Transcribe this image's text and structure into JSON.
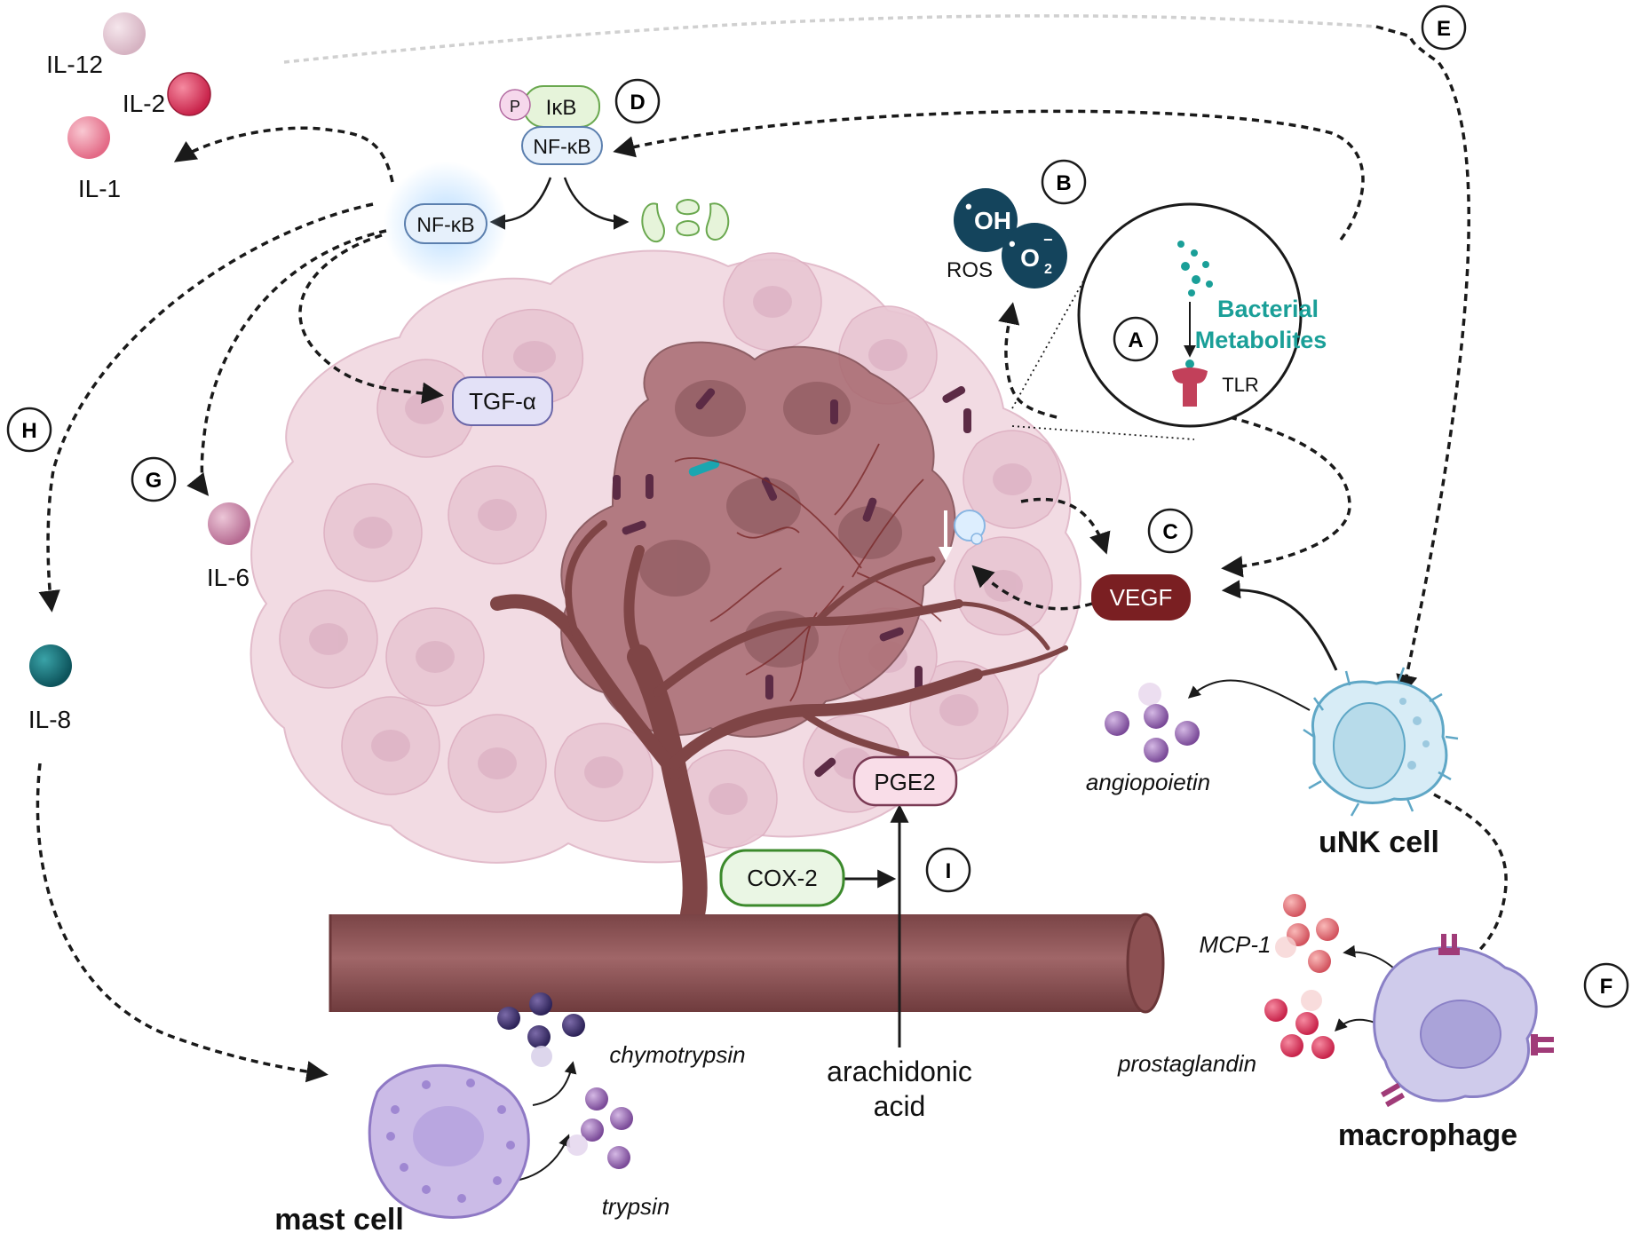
{
  "cytokines": {
    "il12": "IL-12",
    "il2": "IL-2",
    "il1": "IL-1",
    "il6": "IL-6",
    "il8": "IL-8"
  },
  "signaling": {
    "p_label": "P",
    "ikb": "IκB",
    "nfkb_complex": "NF-κB",
    "nfkb_free": "NF-κB",
    "tgf": "TGF-α"
  },
  "ros": {
    "oh": "OH",
    "o2": "O",
    "o2_sub": "2",
    "o2_sup": "−",
    "label": "ROS"
  },
  "bacteria_panel": {
    "title_line1": "Bacterial",
    "title_line2": "Metabolites",
    "receptor": "TLR"
  },
  "factors": {
    "vegf": "VEGF",
    "pge2": "PGE2",
    "cox2": "COX-2",
    "arachidonic_line1": "arachidonic",
    "arachidonic_line2": "acid",
    "angiopoietin": "angiopoietin",
    "chymotrypsin": "chymotrypsin",
    "trypsin": "trypsin",
    "mcp1": "MCP-1",
    "prostaglandin": "prostaglandin"
  },
  "cells": {
    "unk": "uNK cell",
    "macrophage": "macrophage",
    "mast": "mast cell"
  },
  "markers": {
    "A": "A",
    "B": "B",
    "C": "C",
    "D": "D",
    "E": "E",
    "F": "F",
    "G": "G",
    "H": "H",
    "I": "I"
  },
  "colors": {
    "tissue": "#f0d6df",
    "tumor": "#a86a70",
    "vessel": "#93585a",
    "vegf": "#7a1f22",
    "nfkb_fill": "#e6f0fb",
    "nfkb_stroke": "#5b7fae",
    "ros": "#14445c",
    "bacterial_text": "#1a9f98",
    "tlr": "#c2405a",
    "cox2_fill": "#eaf6e4",
    "cox2_stroke": "#3c8a2c",
    "cell_purple": "#b39bd8"
  }
}
